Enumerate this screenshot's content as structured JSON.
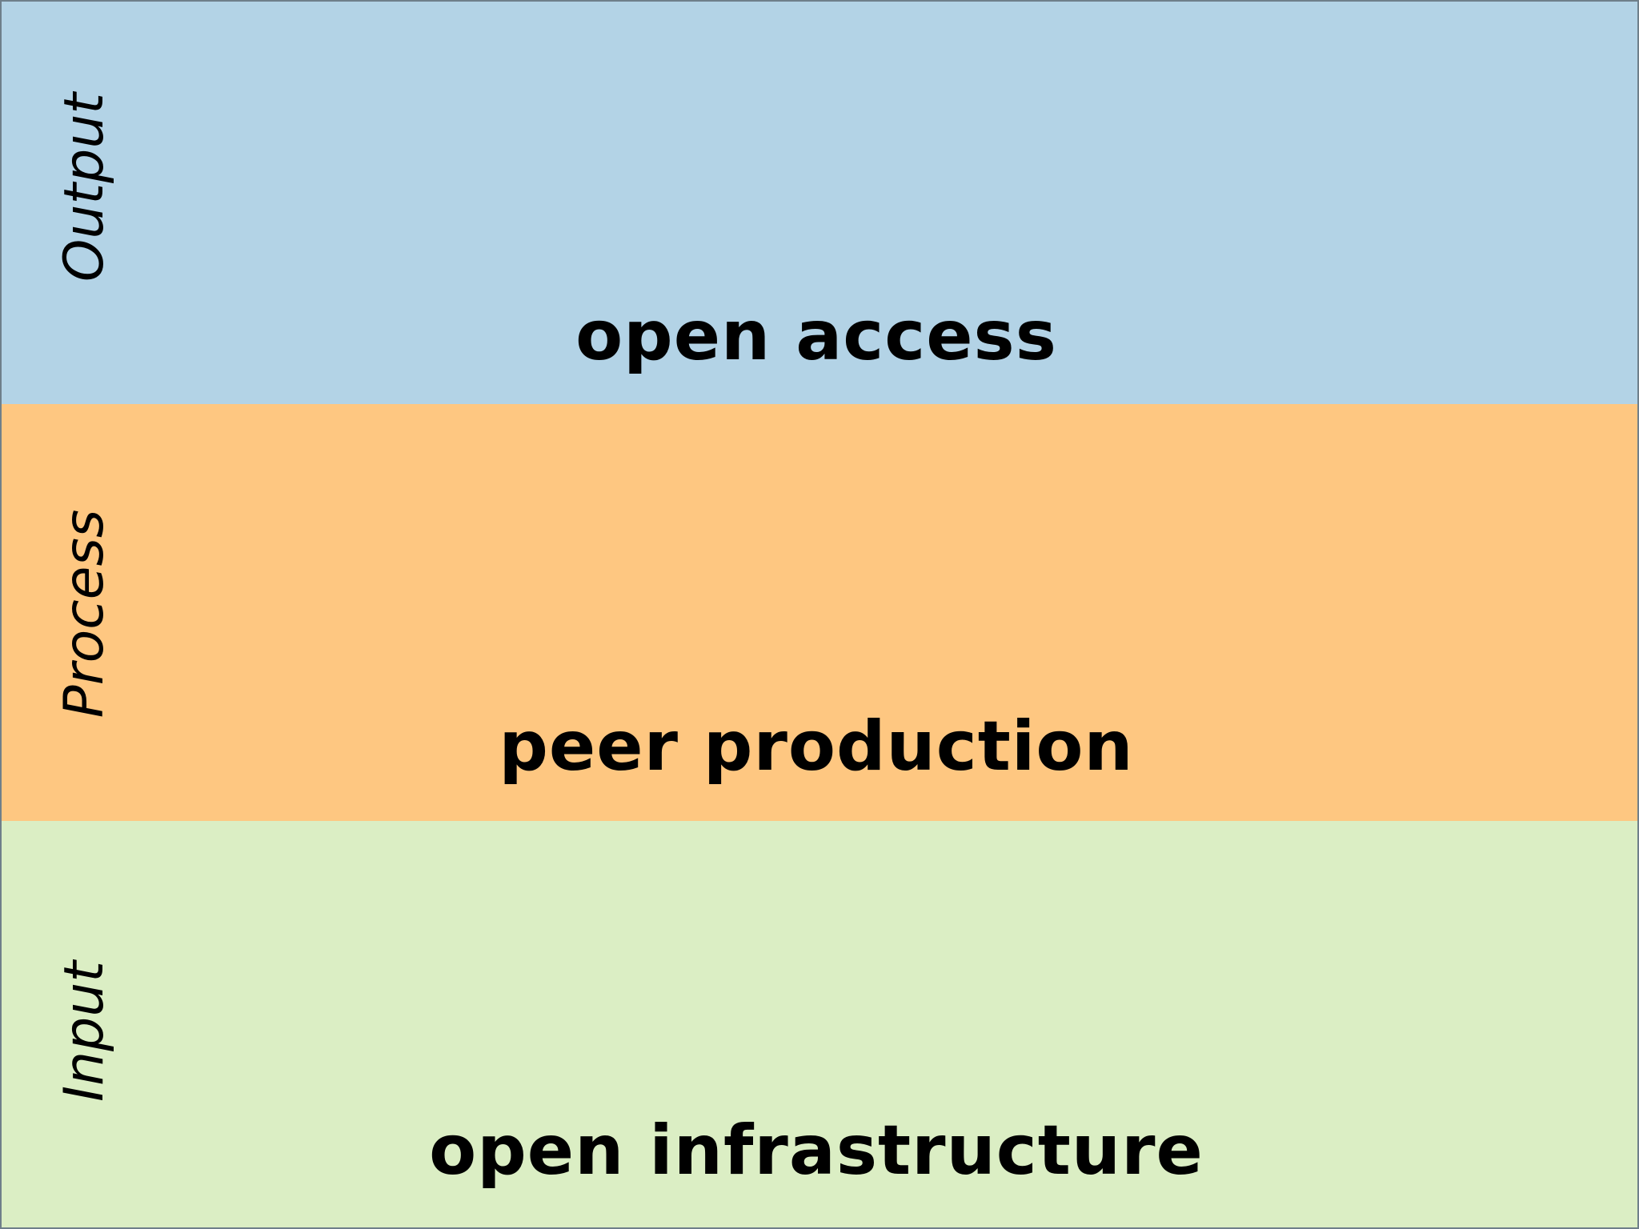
{
  "layers": [
    {
      "side_label": "Output",
      "main_label": "open access",
      "color": "#b3d3e6"
    },
    {
      "side_label": "Process",
      "main_label": "peer production",
      "color": "#fec781"
    },
    {
      "side_label": "Input",
      "main_label": "open infrastructure",
      "color": "#dbeec4"
    }
  ]
}
